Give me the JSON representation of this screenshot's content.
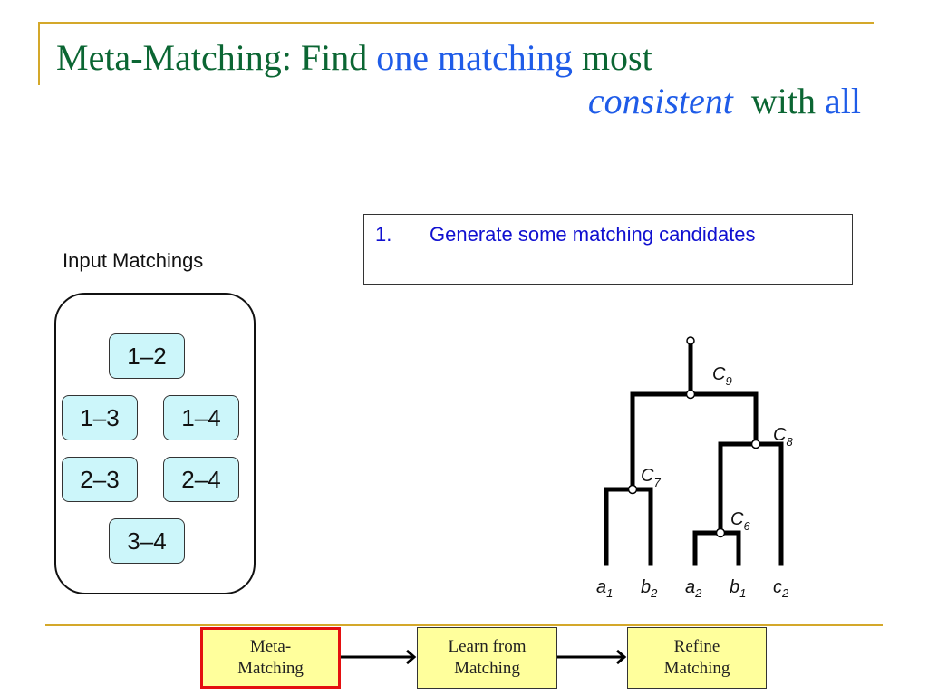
{
  "slide": {
    "title": {
      "segments_line1": [
        {
          "text": "Meta-Matching: Find ",
          "color": "#0b6633",
          "italic": false
        },
        {
          "text": "one matching",
          "color": "#1f5ce8",
          "italic": false
        },
        {
          "text": " most",
          "color": "#0b6633",
          "italic": false
        }
      ],
      "segments_line2": [
        {
          "text": "consistent",
          "color": "#1f5ce8",
          "italic": true
        },
        {
          "text": "  with ",
          "color": "#0b6633",
          "italic": false
        },
        {
          "text": "all",
          "color": "#1f5ce8",
          "italic": false
        }
      ]
    },
    "steps": [
      {
        "number": "1.",
        "text": "Generate some matching candidates"
      }
    ],
    "input_matchings": {
      "label": "Input Matchings",
      "items": [
        "1–2",
        "1–3",
        "1–4",
        "2–3",
        "2–4",
        "3–4"
      ]
    },
    "tree": {
      "internal_nodes": [
        {
          "name": "C",
          "sub": "9"
        },
        {
          "name": "C",
          "sub": "8"
        },
        {
          "name": "C",
          "sub": "7"
        },
        {
          "name": "C",
          "sub": "6"
        }
      ],
      "leaves": [
        {
          "name": "a",
          "sub": "1"
        },
        {
          "name": "b",
          "sub": "2"
        },
        {
          "name": "a",
          "sub": "2"
        },
        {
          "name": "b",
          "sub": "1"
        },
        {
          "name": "c",
          "sub": "2"
        }
      ]
    },
    "pipeline": {
      "stages": [
        {
          "line1": "Meta-",
          "line2": "Matching",
          "active": true
        },
        {
          "line1": "Learn from",
          "line2": "Matching",
          "active": false
        },
        {
          "line1": "Refine",
          "line2": "Matching",
          "active": false
        }
      ]
    },
    "colors": {
      "title_green": "#0b6633",
      "title_blue": "#1f5ce8",
      "step_blue": "#1010d0",
      "frame_gold": "#d4a82a",
      "match_fill": "#ccf6fa",
      "stage_fill": "#ffff9c",
      "active_border": "#e41010"
    }
  }
}
